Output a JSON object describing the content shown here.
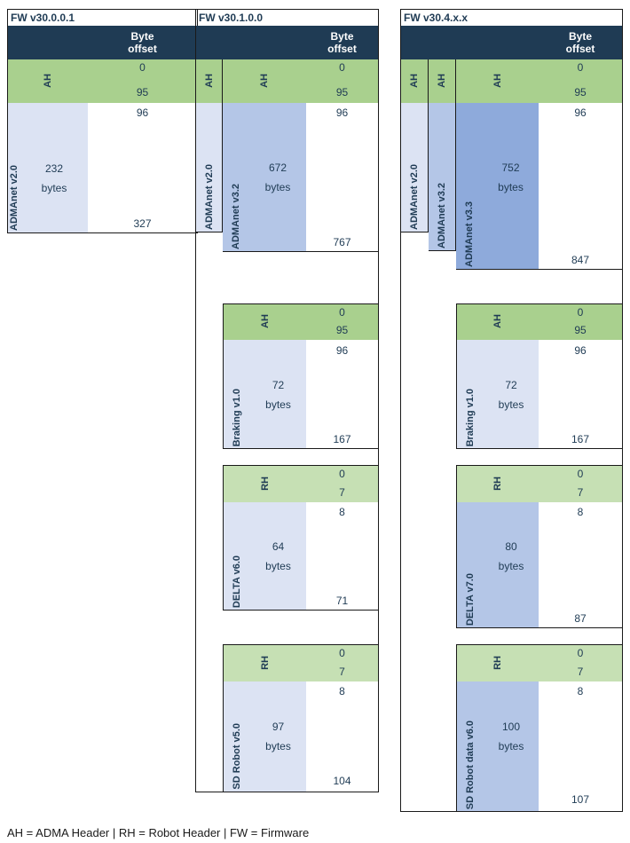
{
  "columns": [
    {
      "title": "FW v30.0.0.1",
      "byte_offset_header": [
        "Byte",
        "offset"
      ],
      "ah": {
        "label": "AH",
        "start": "0",
        "end": "95"
      },
      "adma": {
        "label": "ADMAnet v2.0",
        "size": "232",
        "unit": "bytes",
        "start": "96",
        "end": "327"
      }
    },
    {
      "title": "FW v30.1.0.0",
      "byte_offset_header": [
        "Byte",
        "offset"
      ],
      "ah": {
        "outer_label": "AH",
        "label": "AH",
        "start": "0",
        "end": "95"
      },
      "adma_outer": {
        "label": "ADMAnet v2.0"
      },
      "adma": {
        "label": "ADMAnet v3.2",
        "size": "672",
        "unit": "bytes",
        "start": "96",
        "end": "767"
      },
      "braking_header": {
        "label": "AH",
        "start": "0",
        "end": "95"
      },
      "braking": {
        "label": "Braking v1.0",
        "size": "72",
        "unit": "bytes",
        "start": "96",
        "end": "167"
      },
      "delta_header": {
        "label": "RH",
        "start": "0",
        "end": "7"
      },
      "delta": {
        "label": "DELTA v6.0",
        "size": "64",
        "unit": "bytes",
        "start": "8",
        "end": "71"
      },
      "robot_header": {
        "label": "RH",
        "start": "0",
        "end": "7"
      },
      "robot": {
        "label": "SD Robot v5.0",
        "size": "97",
        "unit": "bytes",
        "start": "8",
        "end": "104"
      }
    },
    {
      "title": "FW v30.4.x.x",
      "byte_offset_header": [
        "Byte",
        "offset"
      ],
      "ah": {
        "outer_label_1": "AH",
        "outer_label_2": "AH",
        "label": "AH",
        "start": "0",
        "end": "95"
      },
      "adma_outer_1": {
        "label": "ADMAnet v2.0"
      },
      "adma_outer_2": {
        "label": "ADMAnet v3.2"
      },
      "adma": {
        "label": "ADMAnet v3.3",
        "size": "752",
        "unit": "bytes",
        "start": "96",
        "end": "847"
      },
      "braking_header": {
        "label": "AH",
        "start": "0",
        "end": "95"
      },
      "braking": {
        "label": "Braking v1.0",
        "size": "72",
        "unit": "bytes",
        "start": "96",
        "end": "167"
      },
      "delta_header": {
        "label": "RH",
        "start": "0",
        "end": "7"
      },
      "delta": {
        "label": "DELTA v7.0",
        "size": "80",
        "unit": "bytes",
        "start": "8",
        "end": "87"
      },
      "robot_header": {
        "label": "RH",
        "start": "0",
        "end": "7"
      },
      "robot": {
        "label": "SD Robot data v6.0",
        "size": "100",
        "unit": "bytes",
        "start": "8",
        "end": "107"
      }
    }
  ],
  "footer": "AH = ADMA Header | RH = Robot Header | FW = Firmware",
  "colors": {
    "header_navy": "#1f3b54",
    "ah_green": "#a9d08e",
    "rh_green": "#c6e0b4",
    "v20_light_blue": "#dce3f3",
    "v32_mid_blue": "#b4c6e7",
    "v33_dark_blue": "#8eaadb"
  }
}
